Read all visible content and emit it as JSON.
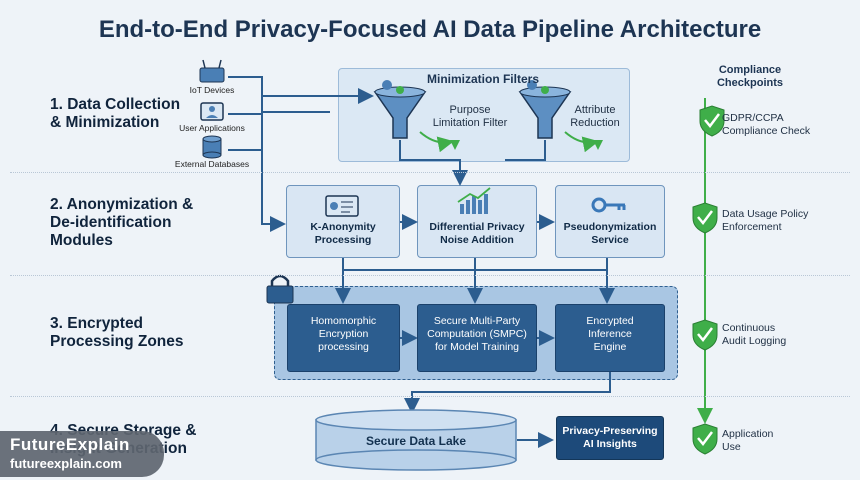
{
  "title": "End-to-End Privacy-Focused AI Data Pipeline Architecture",
  "stages": {
    "s1": "1. Data Collection\n& Minimization",
    "s2": "2. Anonymization &\nDe-identification\nModules",
    "s3": "3. Encrypted\nProcessing Zones",
    "s4": "4. Secure Storage &\nInsight Generation"
  },
  "sources": [
    "IoT Devices",
    "User Applications",
    "External Databases"
  ],
  "filters": {
    "title": "Minimization Filters",
    "items": [
      "Purpose\nLimitation Filter",
      "Attribute\nReduction"
    ]
  },
  "anonymization": [
    "K-Anonymity\nProcessing",
    "Differential Privacy\nNoise Addition",
    "Pseudonymization\nService"
  ],
  "encrypted": [
    "Homomorphic\nEncryption\nprocessing",
    "Secure Multi-Party\nComputation (SMPC)\nfor Model Training",
    "Encrypted\nInference\nEngine"
  ],
  "storage": {
    "lake": "Secure Data Lake",
    "insights": "Privacy-Preserving\nAI Insights"
  },
  "compliance": {
    "title": "Compliance\nCheckpoints",
    "items": [
      "GDPR/CCPA\nCompliance Check",
      "Data Usage Policy\nEnforcement",
      "Continuous\nAudit Logging",
      "Application\nUse"
    ]
  },
  "watermark": {
    "name": "FutureExplain",
    "url": "futureexplain.com"
  },
  "colors": {
    "primary": "#2c5d8f",
    "dark": "#1d4a7a",
    "accent_green": "#3fae49",
    "light_box": "#d9e6f3",
    "zone": "#a9c6e3"
  }
}
